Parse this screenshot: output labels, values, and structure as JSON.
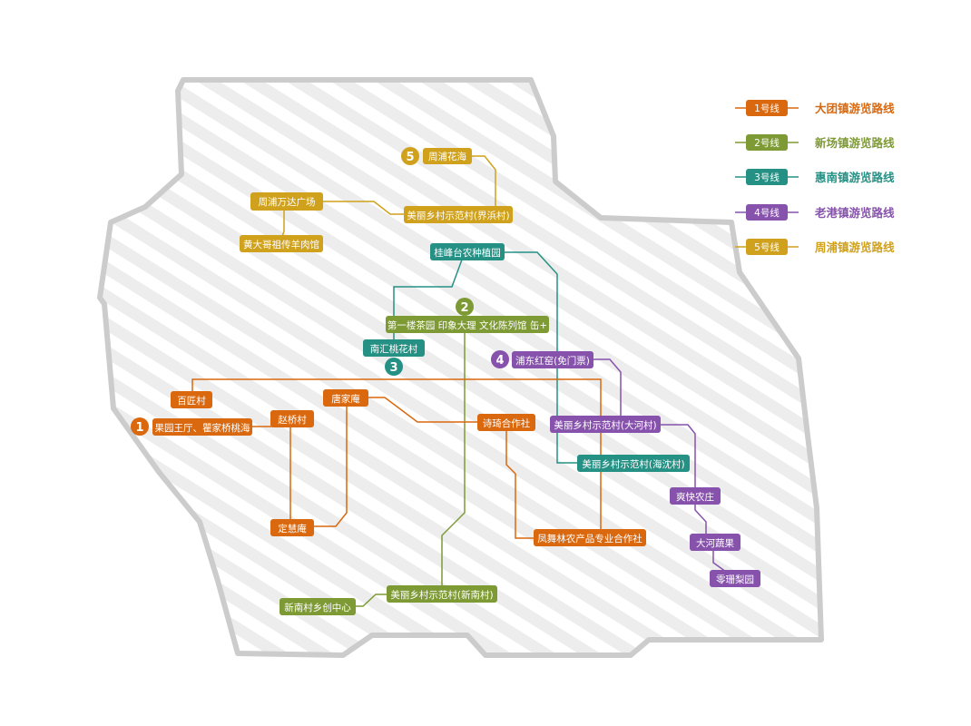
{
  "colors": {
    "line1": "#d9680f",
    "line2": "#7e9a35",
    "line3": "#259084",
    "line4": "#8652ab",
    "line5": "#cfa11d",
    "region_fill": "#ededed",
    "region_stripe": "#ffffff",
    "region_border": "#cccccc"
  },
  "legend": [
    {
      "pill": "1号线",
      "label": "大团镇游览路线",
      "color": "#d9680f"
    },
    {
      "pill": "2号线",
      "label": "新场镇游览路线",
      "color": "#7e9a35"
    },
    {
      "pill": "3号线",
      "label": "惠南镇游览路线",
      "color": "#259084"
    },
    {
      "pill": "4号线",
      "label": "老港镇游览路线",
      "color": "#8652ab"
    },
    {
      "pill": "5号线",
      "label": "周浦镇游览路线",
      "color": "#cfa11d"
    }
  ],
  "badges": [
    {
      "id": "1",
      "text": "1",
      "color": "#d9680f"
    },
    {
      "id": "2",
      "text": "2",
      "color": "#7e9a35"
    },
    {
      "id": "3",
      "text": "3",
      "color": "#259084"
    },
    {
      "id": "4",
      "text": "4",
      "color": "#8652ab"
    },
    {
      "id": "5",
      "text": "5",
      "color": "#cfa11d"
    }
  ],
  "stops": {
    "zhoupu_huahai": "周浦花海",
    "zhoupu_wanda": "周浦万达广场",
    "meili_jiebin": "美丽乡村示范村(界浜村)",
    "huangdage": "黄大哥祖传羊肉馆",
    "guifengtai": "桂峰台农种植园",
    "diyilou": "第一楼茶园 印象大理 文化陈列馆 缶+",
    "nanhui_taohua": "南汇桃花村",
    "pudong_hongyao": "浦东红窑(免门票)",
    "baijiang": "百匠村",
    "tangjiaan": "唐家庵",
    "zhaoqiao": "赵桥村",
    "guoyuan": "果园王厅、瞿家桥桃海",
    "shiqi": "诗琦合作社",
    "meili_dahe": "美丽乡村示范村(大河村)",
    "meili_haishen": "美丽乡村示范村(海沈村)",
    "shuangkuai": "爽快农庄",
    "dinghuian": "定慧庵",
    "dahe_shuguo": "大河蔬果",
    "fengwulin": "凤舞林农产品专业合作社",
    "linglongli": "零珊梨园",
    "meili_xinnan": "美丽乡村示范村(新南村)",
    "xinnan_chuang": "新南村乡创中心"
  }
}
